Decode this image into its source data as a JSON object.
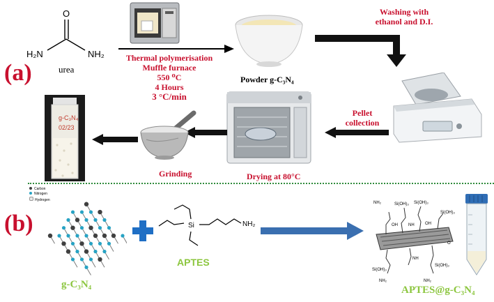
{
  "panels": {
    "a": "(a)",
    "b": "(b)"
  },
  "panel_a": {
    "urea_label": "urea",
    "urea_atoms": {
      "oxygen": "O",
      "left_amine": "H₂N",
      "right_amine": "NH₂"
    },
    "furnace_steps": [
      "Thermal polymerisation",
      "Muffle furnace",
      "550 ⁰C",
      "4 Hours",
      "3 °C/min"
    ],
    "powder_label": "Powder g-C₃N₄",
    "washing_label_line1": "Washing with",
    "washing_label_line2": "ethanol and D.I.",
    "pellet_label_line1": "Pellet",
    "pellet_label_line2": "collection",
    "drying_label": "Drying at 80°C",
    "grinding_label": "Grinding",
    "vial_text_line1": "g-C₃N₄",
    "vial_text_line2": "02/23"
  },
  "panel_b": {
    "legend": [
      "Carbon",
      "Nitrogen",
      "Hydrogen"
    ],
    "gcn_label": "g-C₃N₄",
    "aptes_label": "APTES",
    "aptes_atoms": {
      "si": "Si",
      "amine": "NH₂"
    },
    "product_label": "APTES@g-C₃N₄",
    "product_groups": [
      "NH₂",
      "Si(OH)₃",
      "OH",
      "NH",
      "O"
    ]
  },
  "colors": {
    "label_red": "#c8102e",
    "green": "#8cc63f",
    "plus_blue": "#1f6fc5",
    "arrow_blue": "#3a6fb0",
    "divider_green": "#2e8b3a",
    "atom_nitrogen": "#27a3c4",
    "atom_carbon": "#404040"
  }
}
